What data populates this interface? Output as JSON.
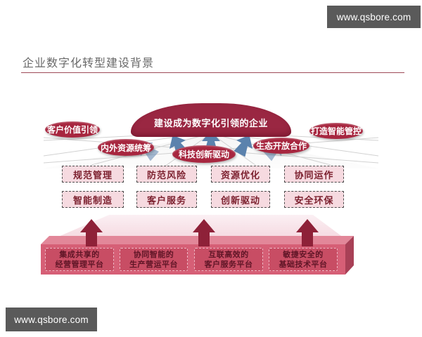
{
  "watermarks": {
    "top": "www.qsbore.com",
    "bottom": "www.qsbore.com"
  },
  "header": {
    "title": "企业数字化转型建设背景"
  },
  "diagram": {
    "vision": "建设成为数字化引领的企业",
    "drivers": [
      "客户价值引领",
      "内外资源统筹",
      "科技创新驱动",
      "生态开放合作",
      "打造智能管控"
    ],
    "capabilities_row1": [
      "规范管理",
      "防范风险",
      "资源优化",
      "协同运作"
    ],
    "capabilities_row2": [
      "智能制造",
      "客户服务",
      "创新驱动",
      "安全环保"
    ],
    "platforms": [
      {
        "line1": "集成共享的",
        "line2": "经营管理平台"
      },
      {
        "line1": "协同智能的",
        "line2": "生产营运平台"
      },
      {
        "line1": "互联高效的",
        "line2": "客户服务平台"
      },
      {
        "line1": "敏捷安全的",
        "line2": "基础技术平台"
      }
    ],
    "icons": {
      "up_arrow": "maroon-up-arrow",
      "blue_chevron": "blue-chevron-arrow"
    }
  },
  "colors": {
    "dome_red": "#9a2742",
    "oval_red": "#a7263f",
    "capability_box_fill": "#f6dae0",
    "capability_text": "#7d2230",
    "slab_front": "#d65f76",
    "slab_top": "#e28799",
    "slab_side": "#a84056",
    "platform_box_fill": "#c84d64",
    "platform_text": "#5f1526",
    "arrow_maroon": "#8e2138",
    "chevron_blue": "#5b82ad",
    "watermark_bg": "#5a5a5a",
    "title_text": "#696969",
    "rule_red": "#9e4a57"
  }
}
